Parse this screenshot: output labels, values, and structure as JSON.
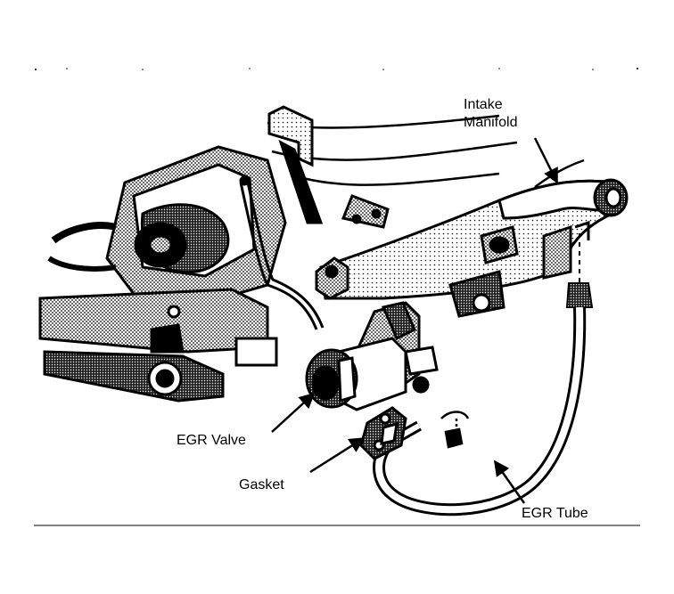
{
  "labels": {
    "intake_manifold_line1": "Intake",
    "intake_manifold_line2": "Manifold",
    "egr_valve": "EGR Valve",
    "gasket": "Gasket",
    "egr_tube": "EGR Tube"
  },
  "colors": {
    "ink": "#000000",
    "paper": "#ffffff",
    "halftone": "#555555"
  }
}
